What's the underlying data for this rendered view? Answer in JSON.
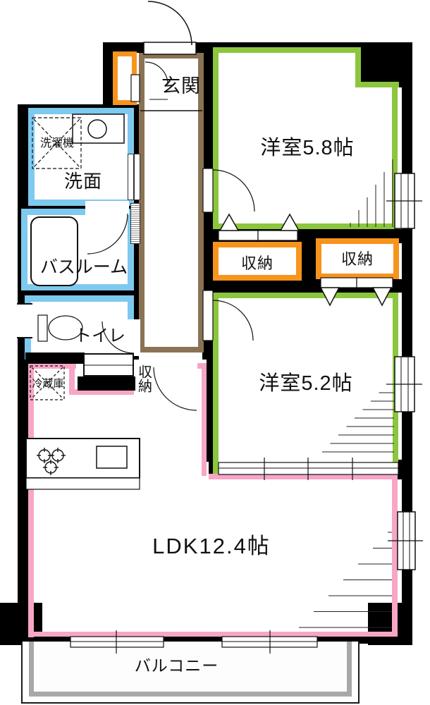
{
  "floorplan": {
    "rooms": {
      "genkan": {
        "label": "玄関"
      },
      "hall_closet": {
        "label": "収納"
      },
      "western_room_58": {
        "label": "洋室5.8帖"
      },
      "western_room_52": {
        "label": "洋室5.2帖"
      },
      "closet_a": {
        "label": "収納"
      },
      "closet_b": {
        "label": "収納"
      },
      "washroom": {
        "label": "洗面"
      },
      "laundry": {
        "label": "洗濯機"
      },
      "bathroom": {
        "label": "バスルーム"
      },
      "toilet": {
        "label": "トイレ"
      },
      "fridge": {
        "label": "冷蔵庫"
      },
      "ldk": {
        "label": "LDK12.4帖"
      },
      "balcony": {
        "label": "バルコニー"
      }
    },
    "colors": {
      "wall": "#000000",
      "western_room_border": "#8cc63e",
      "closet_border": "#f7941d",
      "wet_area_border": "#7ec9ef",
      "ldk_border": "#f7a6c6",
      "hallway_border": "#8a7254",
      "balcony_railing": "#a8a8a8"
    }
  }
}
